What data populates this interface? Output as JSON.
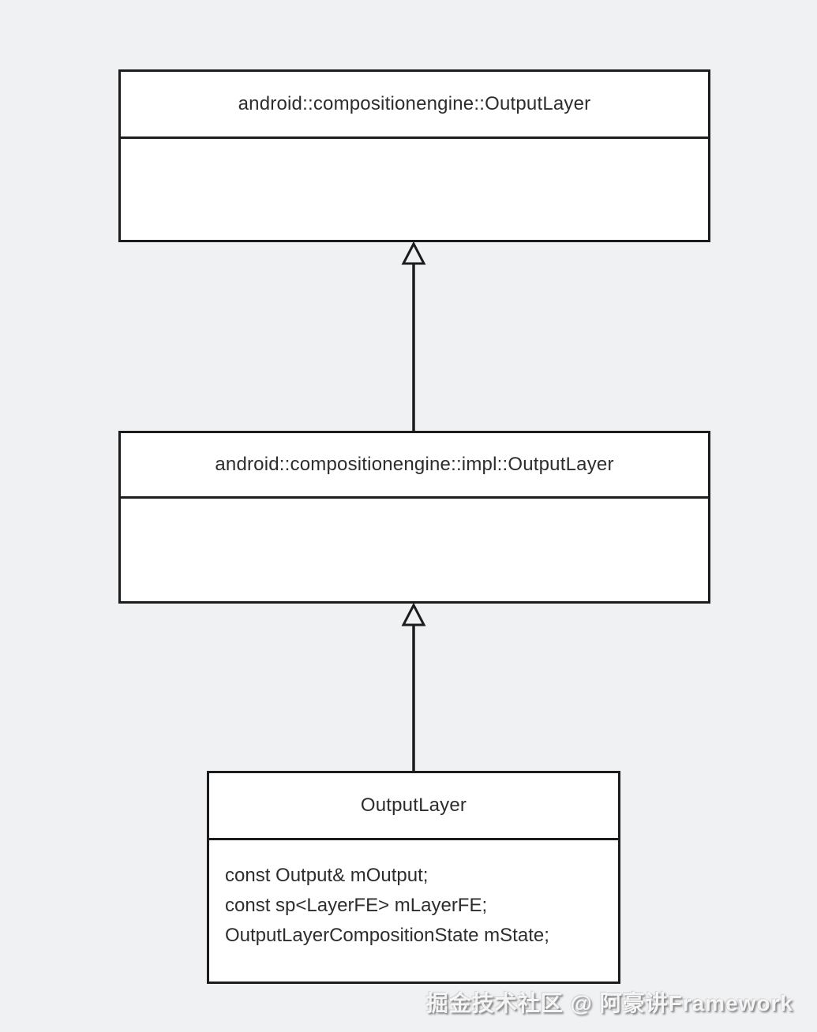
{
  "diagram": {
    "type": "uml-class-inheritance",
    "classes": [
      {
        "name": "android::compositionengine::OutputLayer",
        "members": []
      },
      {
        "name": "android::compositionengine::impl::OutputLayer",
        "members": []
      },
      {
        "name": "OutputLayer",
        "members": [
          "const Output& mOutput;",
          "const sp<LayerFE> mLayerFE;",
          "OutputLayerCompositionState mState;"
        ]
      }
    ],
    "relations": [
      {
        "type": "inheritance",
        "from": "android::compositionengine::impl::OutputLayer",
        "to": "android::compositionengine::OutputLayer"
      },
      {
        "type": "inheritance",
        "from": "OutputLayer",
        "to": "android::compositionengine::impl::OutputLayer"
      }
    ]
  },
  "watermark": {
    "text": "掘金技术社区 @ 阿豪讲Framework"
  },
  "colors": {
    "background": "#f0f1f3",
    "box_fill": "#ffffff",
    "box_border": "#1c1c1c",
    "text": "#2d2d2d",
    "watermark_fill": "#fcfcfc",
    "watermark_shadow": "#6e6e6e"
  }
}
